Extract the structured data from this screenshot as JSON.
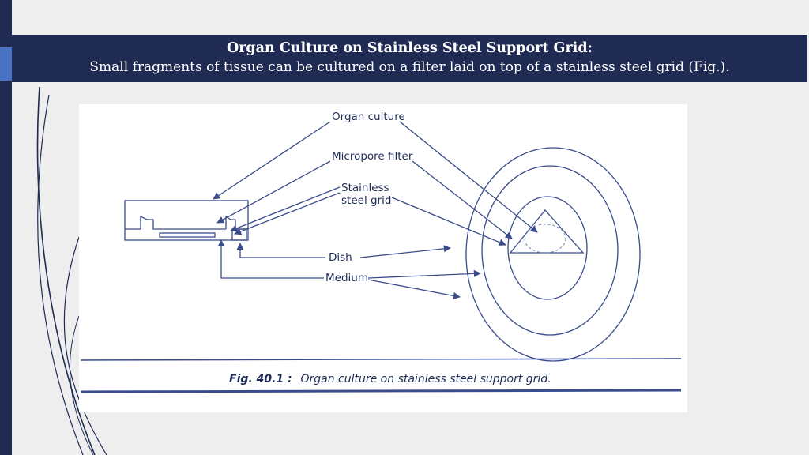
{
  "slide": {
    "title": "Organ Culture on Stainless Steel Support Grid:",
    "subtitle": "Small fragments of tissue can be cultured on a filter laid on top of a stainless steel grid (Fig.)."
  },
  "figure": {
    "labels": {
      "organ_culture": "Organ culture",
      "micropore_filter": "Micropore filter",
      "stainless_line1": "Stainless",
      "stainless_line2": "steel grid",
      "dish": "Dish",
      "medium": "Medium"
    },
    "caption_number": "Fig. 40.1 :",
    "caption_text": "Organ culture on stainless steel support grid."
  },
  "colors": {
    "banner": "#1f2b52",
    "accent": "#4a73c4",
    "diagram_line": "#3a4c8c"
  }
}
